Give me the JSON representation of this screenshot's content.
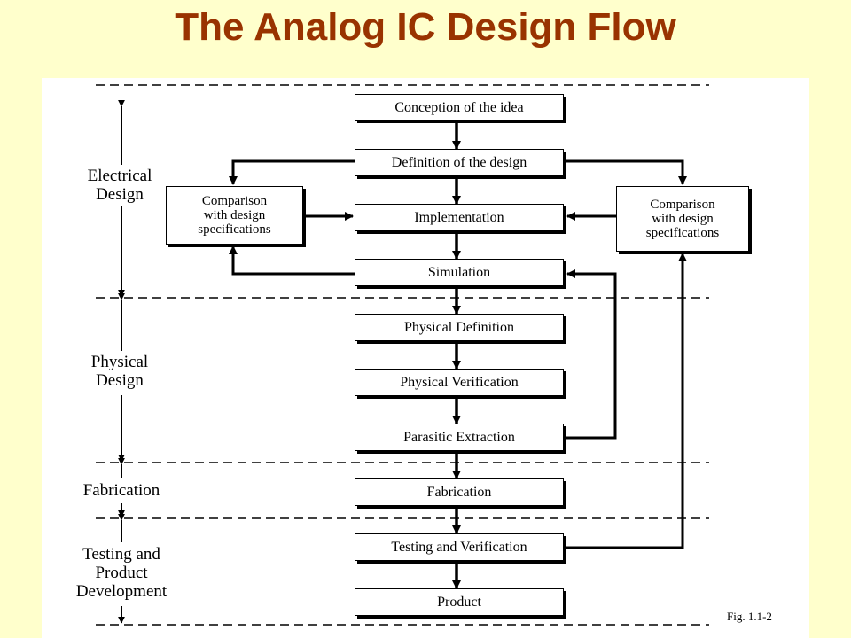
{
  "title": "The Analog IC Design Flow",
  "phases": {
    "electrical": "Electrical\nDesign",
    "physical": "Physical\nDesign",
    "fabrication": "Fabrication",
    "testing": "Testing and\nProduct\nDevelopment"
  },
  "steps": {
    "conception": "Conception of the idea",
    "definition": "Definition of the design",
    "implementation": "Implementation",
    "simulation": "Simulation",
    "physical_definition": "Physical Definition",
    "physical_verification": "Physical Verification",
    "parasitic_extraction": "Parasitic Extraction",
    "fabrication": "Fabrication",
    "testing_verification": "Testing and Verification",
    "product": "Product"
  },
  "comparison_left": "Comparison\nwith design\nspecifications",
  "comparison_right": "Comparison\nwith design\nspecifications",
  "figure_label": "Fig. 1.1-2"
}
